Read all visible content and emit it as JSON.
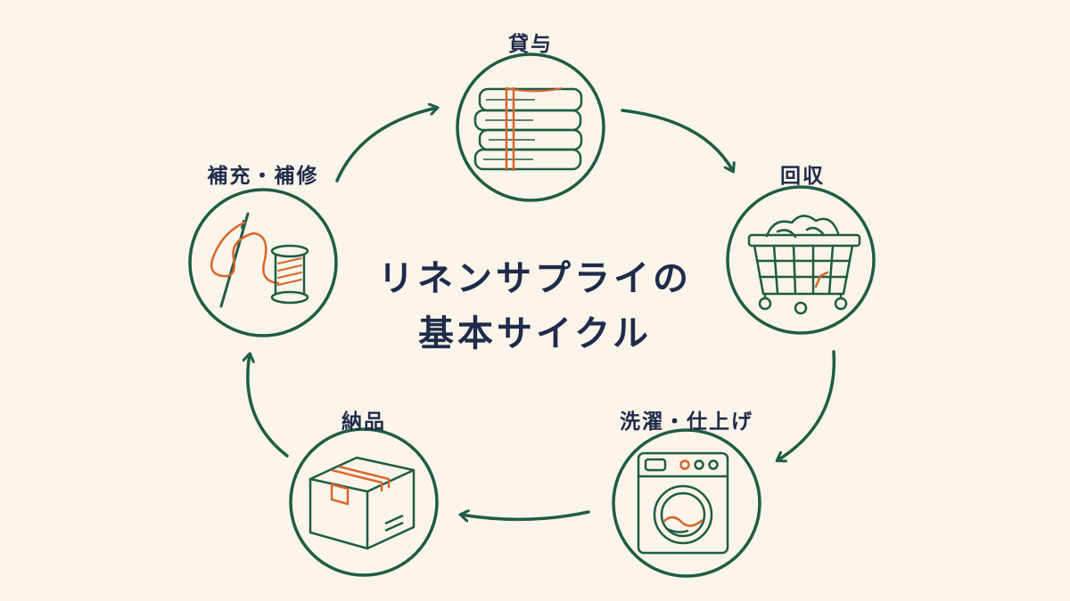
{
  "diagram": {
    "title_line1": "リネンサプライの",
    "title_line2": "基本サイクル",
    "steps": [
      {
        "label": "貸与",
        "icon": "folded-linen-icon"
      },
      {
        "label": "回収",
        "icon": "laundry-cart-icon"
      },
      {
        "label": "洗濯・仕上げ",
        "icon": "washing-machine-icon"
      },
      {
        "label": "納品",
        "icon": "cardboard-box-icon"
      },
      {
        "label": "補充・補修",
        "icon": "needle-thread-icon"
      }
    ]
  },
  "colors": {
    "background": "#faf4ea",
    "line": "#1f5c45",
    "accent": "#d9662b",
    "text": "#1f2b4a"
  }
}
